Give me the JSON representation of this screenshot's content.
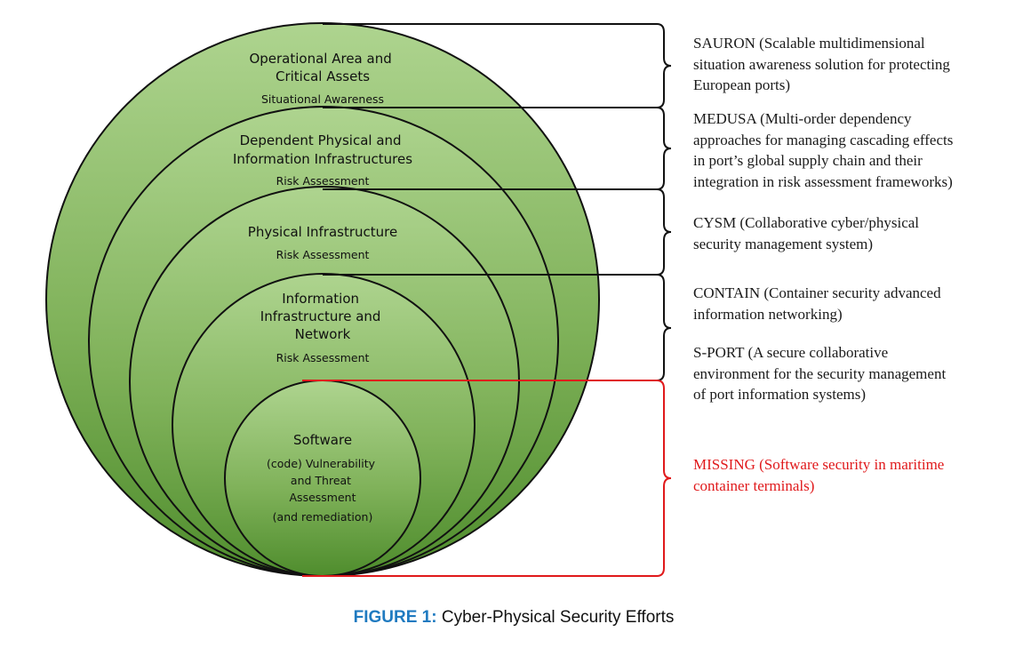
{
  "levels": [
    {
      "title_lines": [
        "Operational Area and",
        "Critical Assets"
      ],
      "subtitle": "Situational Awareness"
    },
    {
      "title_lines": [
        "Dependent Physical  and",
        "Information Infrastructures"
      ],
      "subtitle": "Risk Assessment"
    },
    {
      "title_lines": [
        "Physical Infrastructure"
      ],
      "subtitle": "Risk Assessment"
    },
    {
      "title_lines": [
        "Information",
        "Infrastructure and",
        "Network"
      ],
      "subtitle": "Risk Assessment"
    },
    {
      "title_lines": [
        "Software"
      ],
      "subtitle_lines": [
        "(code) Vulnerability",
        "and Threat",
        "Assessment"
      ],
      "extra": "(and remediation)"
    }
  ],
  "projects": [
    {
      "lines": [
        "SAURON (Scalable multidimensional",
        "situation awareness solution for protecting",
        "European ports)"
      ]
    },
    {
      "lines": [
        "MEDUSA (Multi-order dependency",
        "approaches for managing cascading effects",
        "in port’s global supply chain and their",
        "integration in risk assessment frameworks)"
      ]
    },
    {
      "lines": [
        "CYSM (Collaborative cyber/physical",
        "security management system)"
      ]
    },
    {
      "lines": [
        "CONTAIN (Container security advanced",
        "information networking)"
      ]
    },
    {
      "lines": [
        "S-PORT (A secure collaborative",
        "environment for the security management",
        "of port information systems)"
      ]
    },
    {
      "lines": [
        "MISSING (Software security in maritime",
        "container terminals)"
      ],
      "missing": true
    }
  ],
  "caption": {
    "label": "FIGURE 1:",
    "text": " Cyber-Physical Security Efforts"
  },
  "colors": {
    "green_light": "#a9cf8a",
    "green_dark": "#5a9a35",
    "outline": "#111111",
    "missing_red": "#e0191b",
    "caption_blue": "#1f7ac0"
  }
}
